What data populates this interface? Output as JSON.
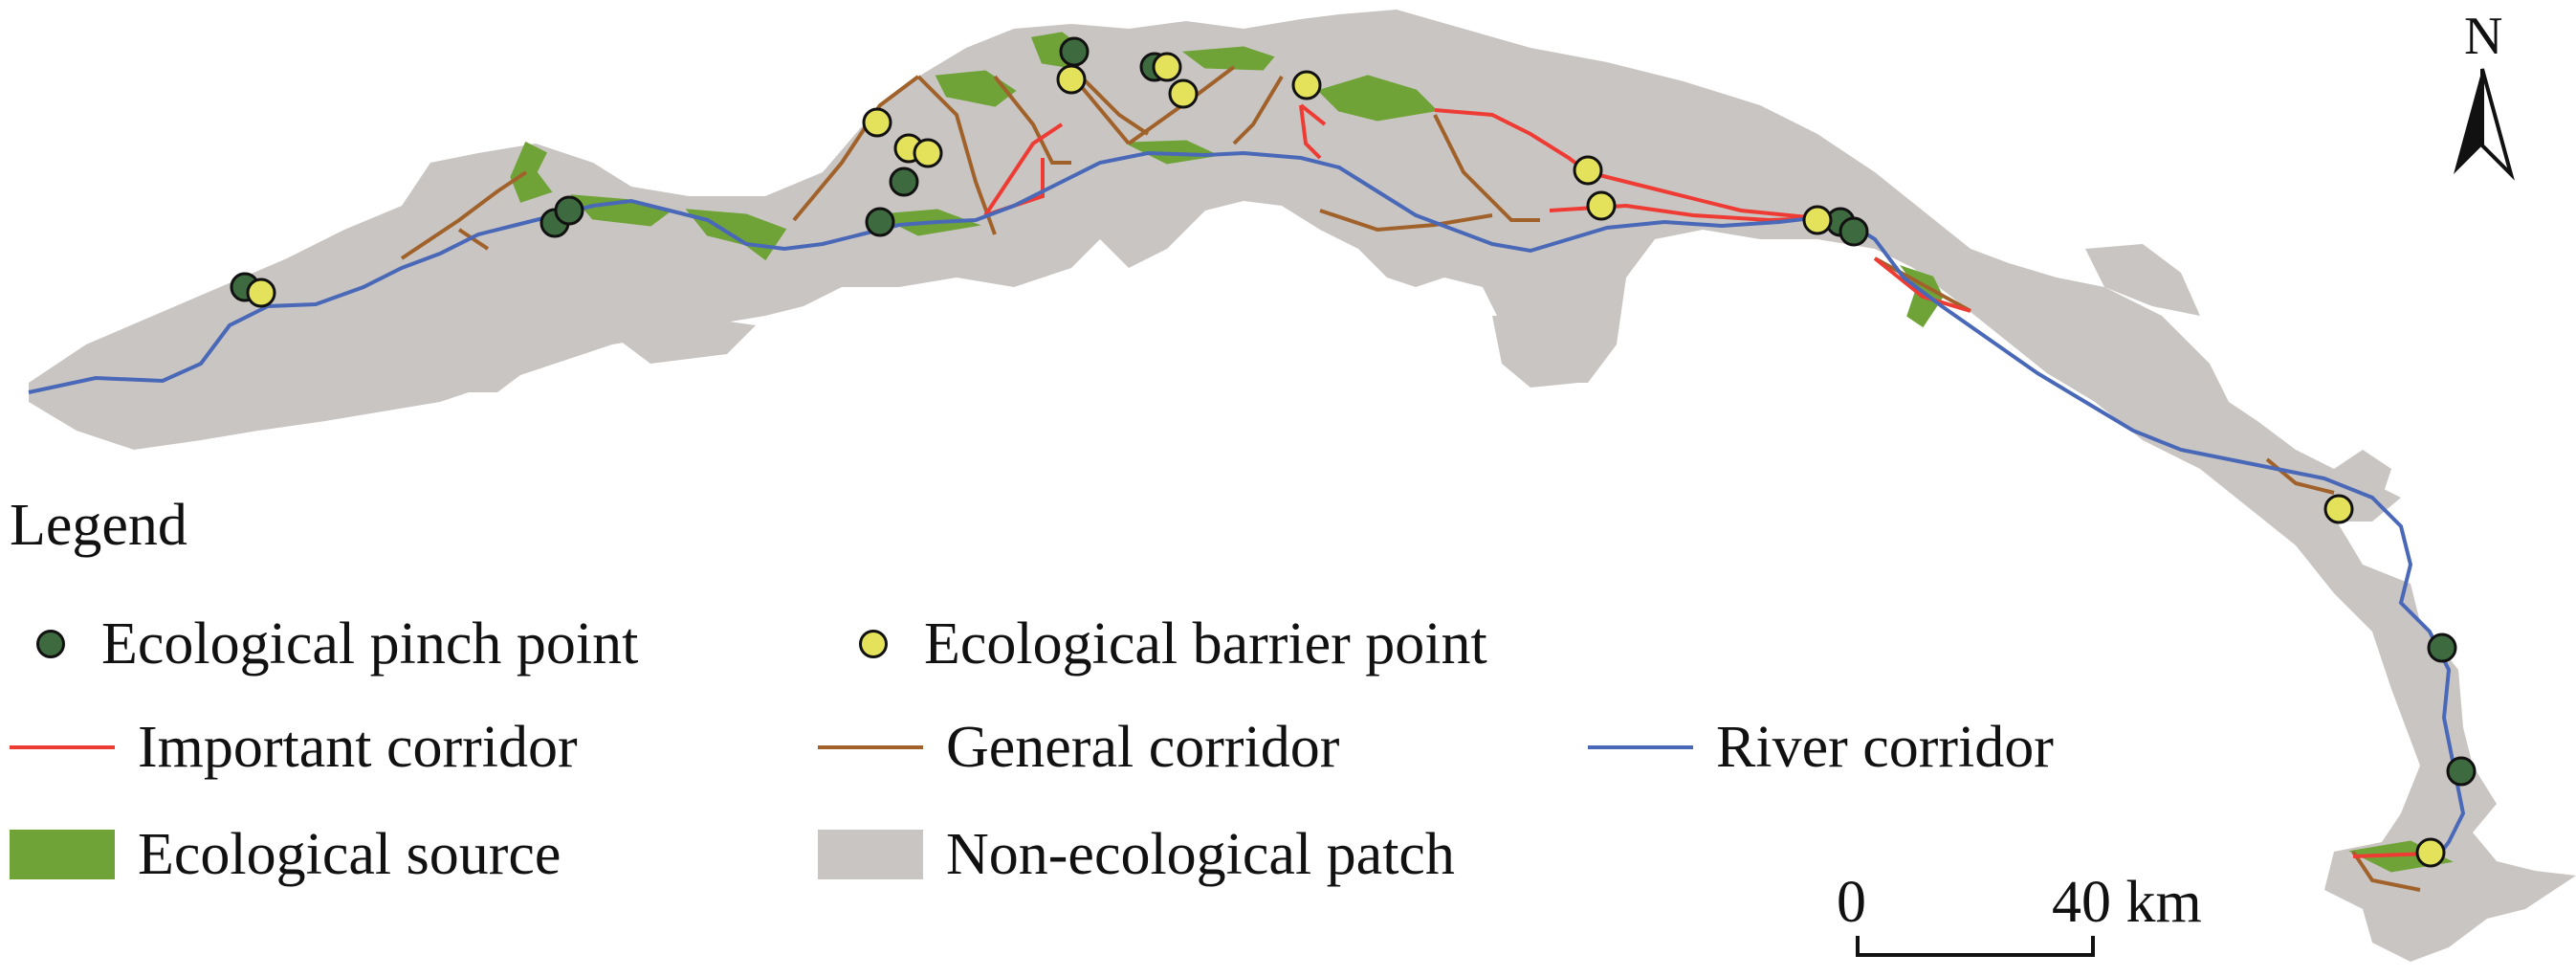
{
  "legend": {
    "title": "Legend",
    "pinch_point": "Ecological pinch point",
    "barrier_point": "Ecological barrier point",
    "important_corridor": "Important corridor",
    "general_corridor": "General corridor",
    "river_corridor": "River corridor",
    "ecological_source": "Ecological source",
    "non_ecological_patch": "Non-ecological patch"
  },
  "north_arrow": {
    "label": "N"
  },
  "scale_bar": {
    "start": "0",
    "end": "40 km"
  },
  "colors": {
    "pinch_point": "#3e6a3f",
    "barrier_point": "#e3e25a",
    "important_corridor": "#ee3b33",
    "general_corridor": "#a0622a",
    "river_corridor": "#4a68b8",
    "ecological_source": "#6fa337",
    "non_ecological_patch": "#c9c5c2"
  }
}
